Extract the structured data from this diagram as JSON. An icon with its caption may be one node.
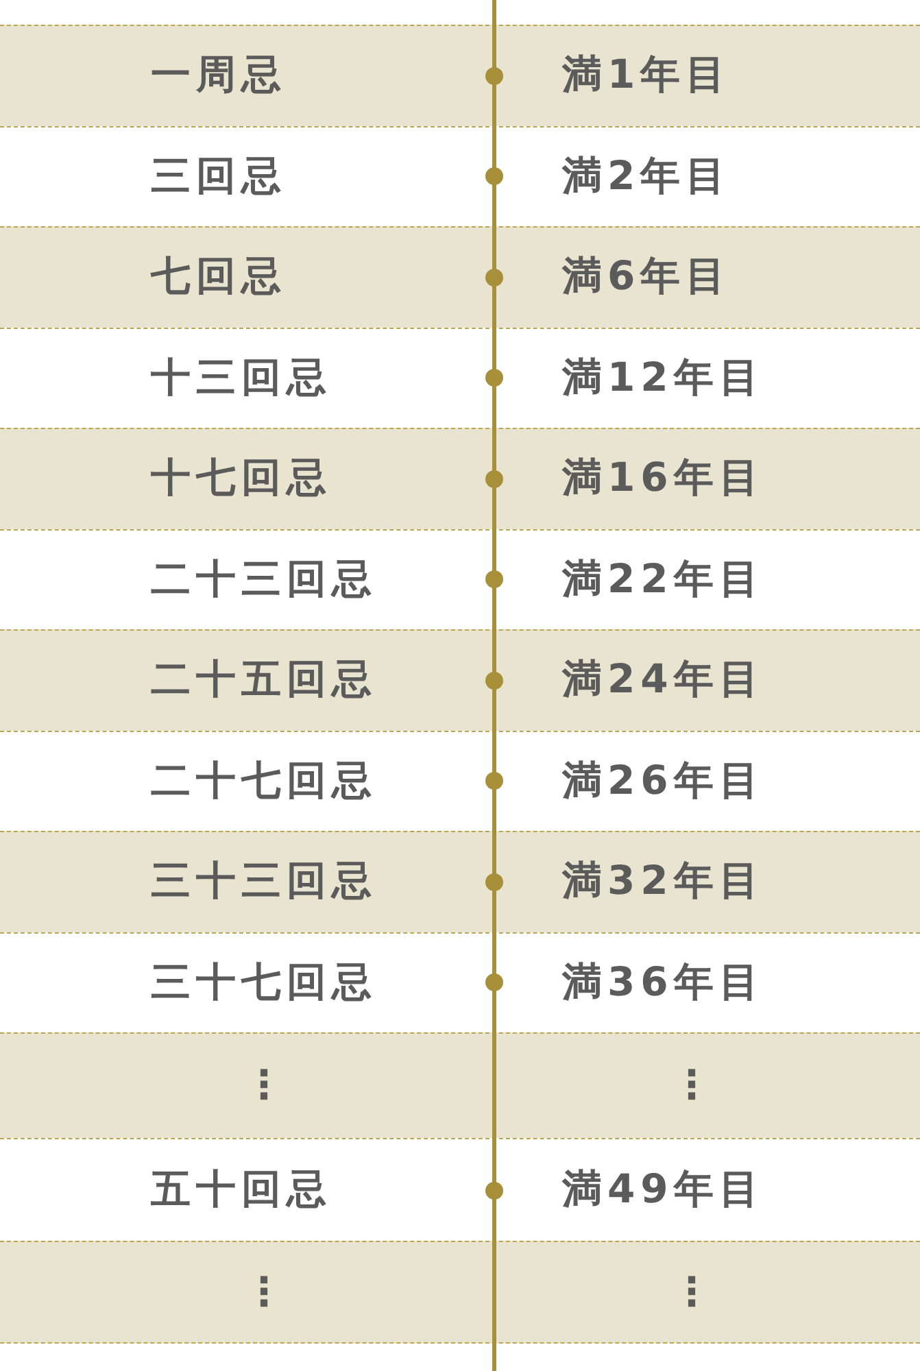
{
  "diagram": {
    "labels": [
      "一周忌",
      "満1年目",
      "三回忌",
      "満2年目",
      "七回忌",
      "満6年目",
      "十三回忌",
      "満12年目",
      "十七回忌",
      "満16年目",
      "二十三回忌",
      "満22年目",
      "二十五回忌",
      "満24年目",
      "二十七回忌",
      "満26年目",
      "三十三回忌",
      "満32年目",
      "三十七回忌",
      "満36年目",
      "⋮",
      "⋮",
      "五十回忌",
      "満49年目",
      "⋮",
      "⋮"
    ]
  }
}
